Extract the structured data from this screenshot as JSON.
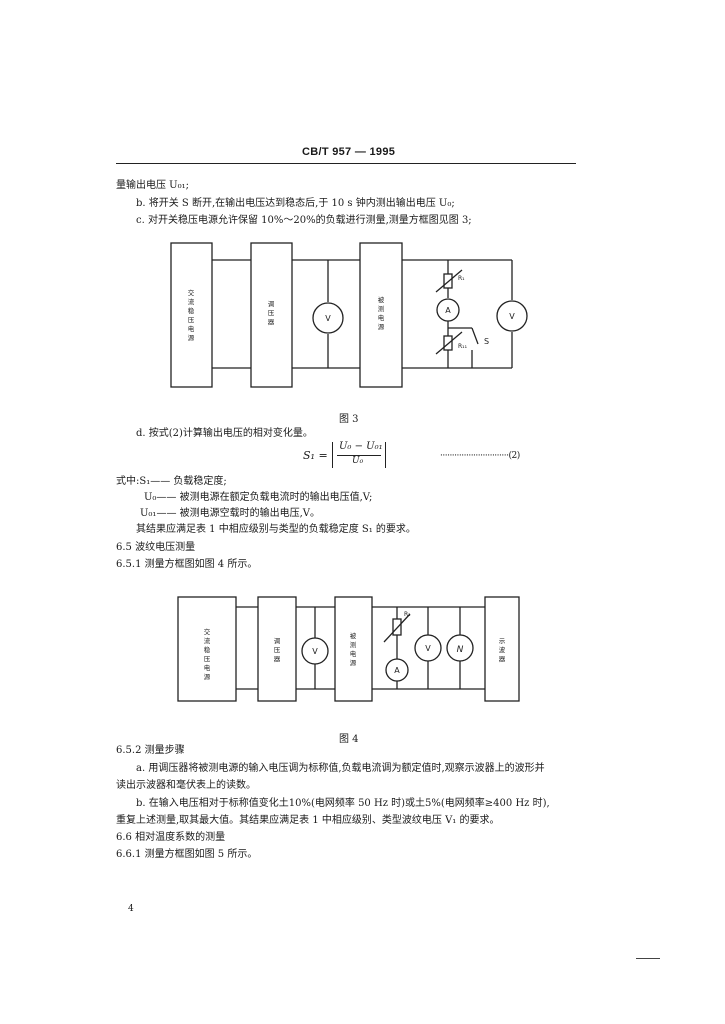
{
  "header": {
    "standard": "CB/T  957 — 1995"
  },
  "lines": {
    "l1": "量输出电压 U₀₁;",
    "l2": "b.   将开关 S 断开,在输出电压达到稳态后,于 10 s 钟内测出输出电压 U₀;",
    "l3": "c.   对开关稳压电源允许保留 10%～20%的负载进行测量,测量方框图见图 3;",
    "l4": "d.   按式(2)计算输出电压的相对变化量。",
    "l5": "式中:S₁—— 负载稳定度;",
    "l6": "U₀—— 被测电源在额定负载电流时的输出电压值,V;",
    "l7": "U₀₁—— 被测电源空载时的输出电压,V。",
    "l8": "其结果应满足表 1 中相应级别与类型的负载稳定度 S₁ 的要求。",
    "l9": "6.5   波纹电压测量",
    "l10": "6.5.1   测量方框图如图 4 所示。",
    "l11": "6.5.2   测量步骤",
    "l12": "a.   用调压器将被测电源的输入电压调为标称值,负载电流调为额定值时,观察示波器上的波形并",
    "l13": "读出示波器和毫伏表上的读数。",
    "l14": "b.   在输入电压相对于标称值变化土10%(电网频率 50 Hz 时)或土5%(电网频率≥400 Hz 时),",
    "l15": "重复上述测量,取其最大值。其结果应满足表 1 中相应级别、类型波纹电压 V₁ 的要求。",
    "l16": "6.6   相对温度系数的测量",
    "l17": "6.6.1   测量方框图如图 5 所示。"
  },
  "formula": {
    "lhs": "S₁ =",
    "numerator": "U₀ − U₀₁",
    "denominator": "U₀",
    "dots": "·····························(2)"
  },
  "fig3": {
    "caption": "图 3",
    "block1": "交流稳压电源",
    "block2": "调压器",
    "block3": "被测电源",
    "meter_v": "V",
    "ammeter": "A",
    "meter_v2": "V",
    "rl": "R₁",
    "rl2": "R₁₁",
    "switch": "S"
  },
  "fig4": {
    "caption": "图 4",
    "block1": "交流稳压电源",
    "block2": "调压器",
    "block3": "被测电源",
    "block4": "示波器",
    "meter_v": "V",
    "ammeter": "A",
    "meter_mv": "V",
    "meter_wave": "N",
    "rl": "R₁"
  },
  "page_number": "4"
}
